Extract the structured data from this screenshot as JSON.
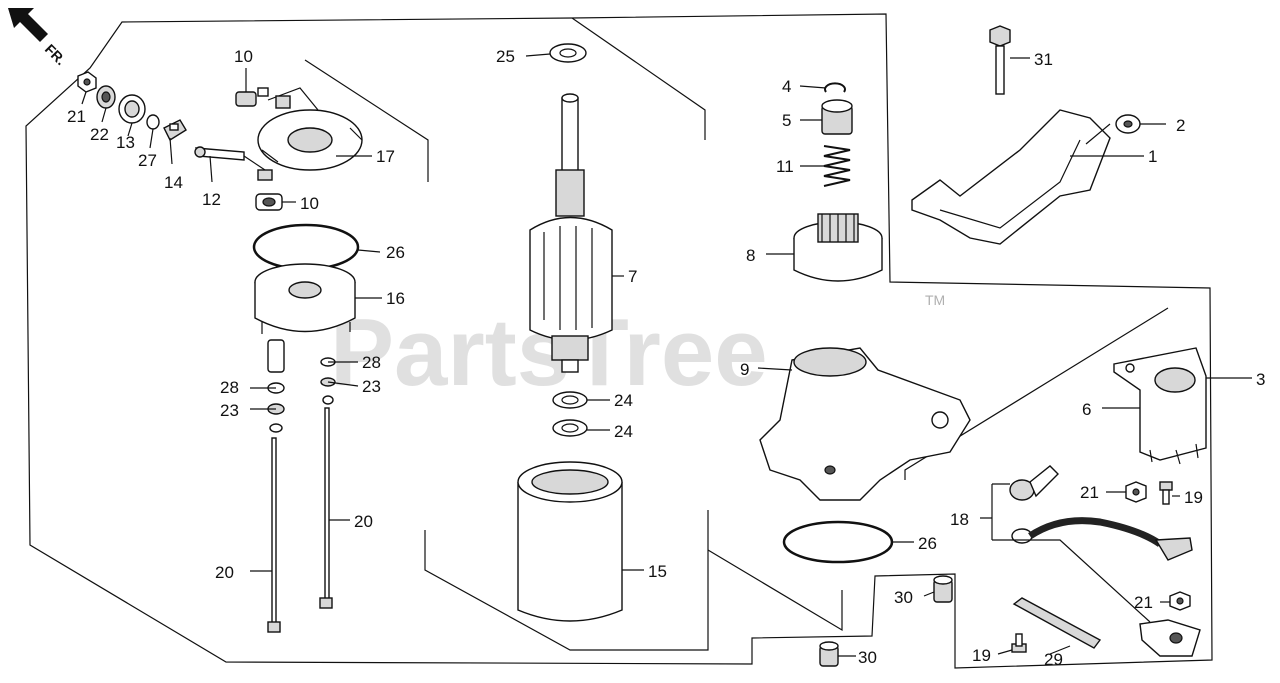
{
  "direction_label": "FR.",
  "watermark": {
    "brand": "PartsTree",
    "mark": "TM"
  },
  "callouts": {
    "c1": "1",
    "c2": "2",
    "c3": "3",
    "c4": "4",
    "c5": "5",
    "c6": "6",
    "c7": "7",
    "c8": "8",
    "c9": "9",
    "c10a": "10",
    "c10b": "10",
    "c11": "11",
    "c12": "12",
    "c13": "13",
    "c14": "14",
    "c15": "15",
    "c16": "16",
    "c17": "17",
    "c18": "18",
    "c19a": "19",
    "c19b": "19",
    "c20a": "20",
    "c20b": "20",
    "c21a": "21",
    "c21b": "21",
    "c21c": "21",
    "c22": "22",
    "c23a": "23",
    "c23b": "23",
    "c24a": "24",
    "c24b": "24",
    "c25": "25",
    "c26a": "26",
    "c26b": "26",
    "c27": "27",
    "c28a": "28",
    "c28b": "28",
    "c29": "29",
    "c30a": "30",
    "c30b": "30",
    "c31": "31"
  }
}
